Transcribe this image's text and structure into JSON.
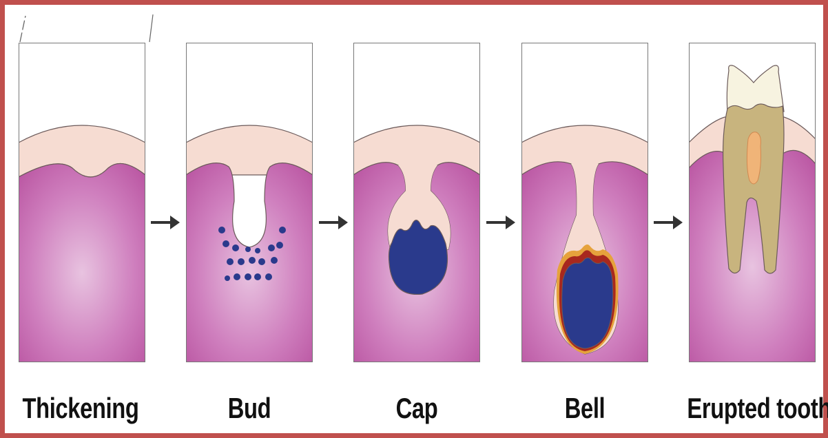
{
  "stages": [
    {
      "id": "thickening",
      "label": "Thickening"
    },
    {
      "id": "bud",
      "label": "Bud"
    },
    {
      "id": "cap",
      "label": "Cap"
    },
    {
      "id": "bell",
      "label": "Bell"
    },
    {
      "id": "erupted",
      "label": "Erupted tooth"
    }
  ],
  "colors": {
    "border": "#c0504d",
    "mesenchyme": "#c86eb4",
    "epithelium": "#f6dcd2",
    "condensation": "#2a3a8c",
    "enamel_layer": "#e6a23c",
    "dentin_layer": "#a8281e",
    "tooth_enamel": "#f7f3e0",
    "tooth_dentin": "#c8b47e",
    "tooth_pulp": "#f0b478",
    "outline": "#6b5a5a",
    "arrow": "#333333"
  },
  "icons": {
    "arrow": "right-arrow-icon"
  }
}
